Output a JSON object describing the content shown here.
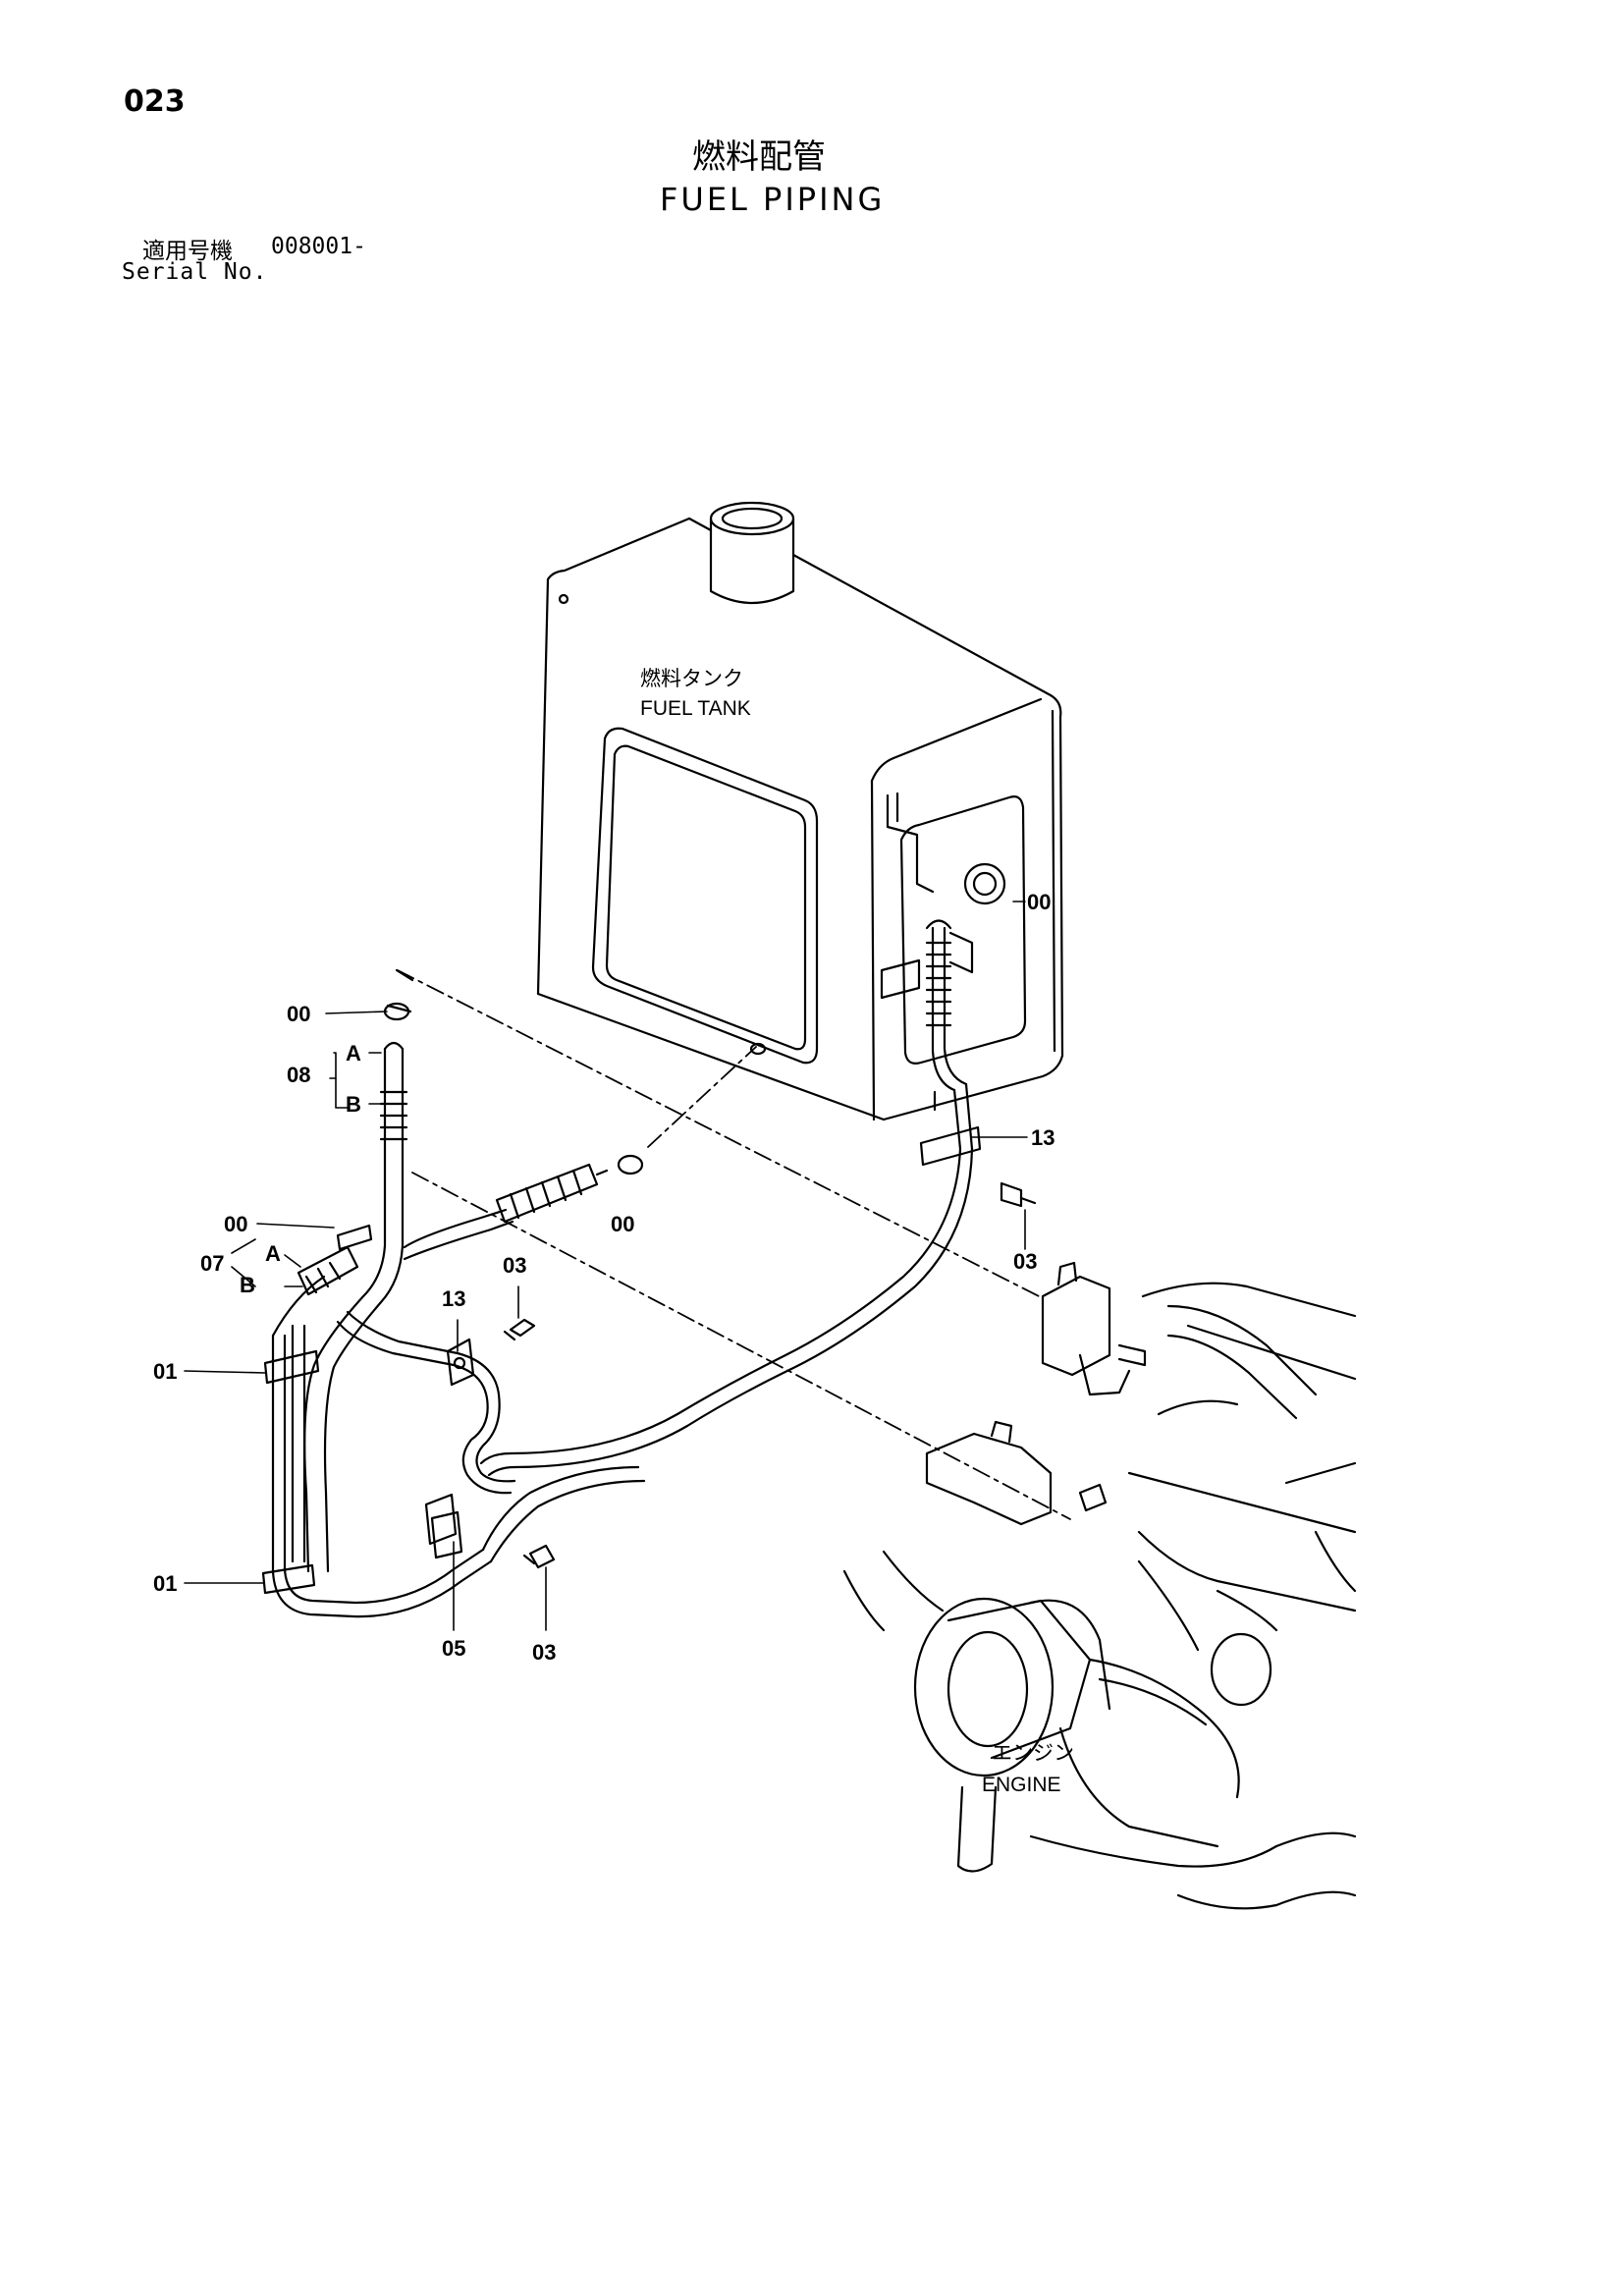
{
  "header": {
    "page_number": "023",
    "title_ja": "燃料配管",
    "title_en": "FUEL PIPING",
    "serial_label_ja": "適用号機",
    "serial_value": "008001-",
    "serial_label_en": "Serial No."
  },
  "components": {
    "fuel_tank_ja": "燃料タンク",
    "fuel_tank_en": "FUEL TANK",
    "engine_ja": "エンジン",
    "engine_en": "ENGINE"
  },
  "callouts": {
    "c00_tank": "00",
    "c00_top": "00",
    "c08": "08",
    "c08_a": "A",
    "c08_b": "B",
    "c00_mid": "00",
    "c00_center": "00",
    "c07": "07",
    "c07_a": "A",
    "c07_b": "B",
    "c01_upper": "01",
    "c01_lower": "01",
    "c13_left": "13",
    "c03_left_upper": "03",
    "c05": "05",
    "c03_left_lower": "03",
    "c13_right": "13",
    "c03_right": "03"
  }
}
